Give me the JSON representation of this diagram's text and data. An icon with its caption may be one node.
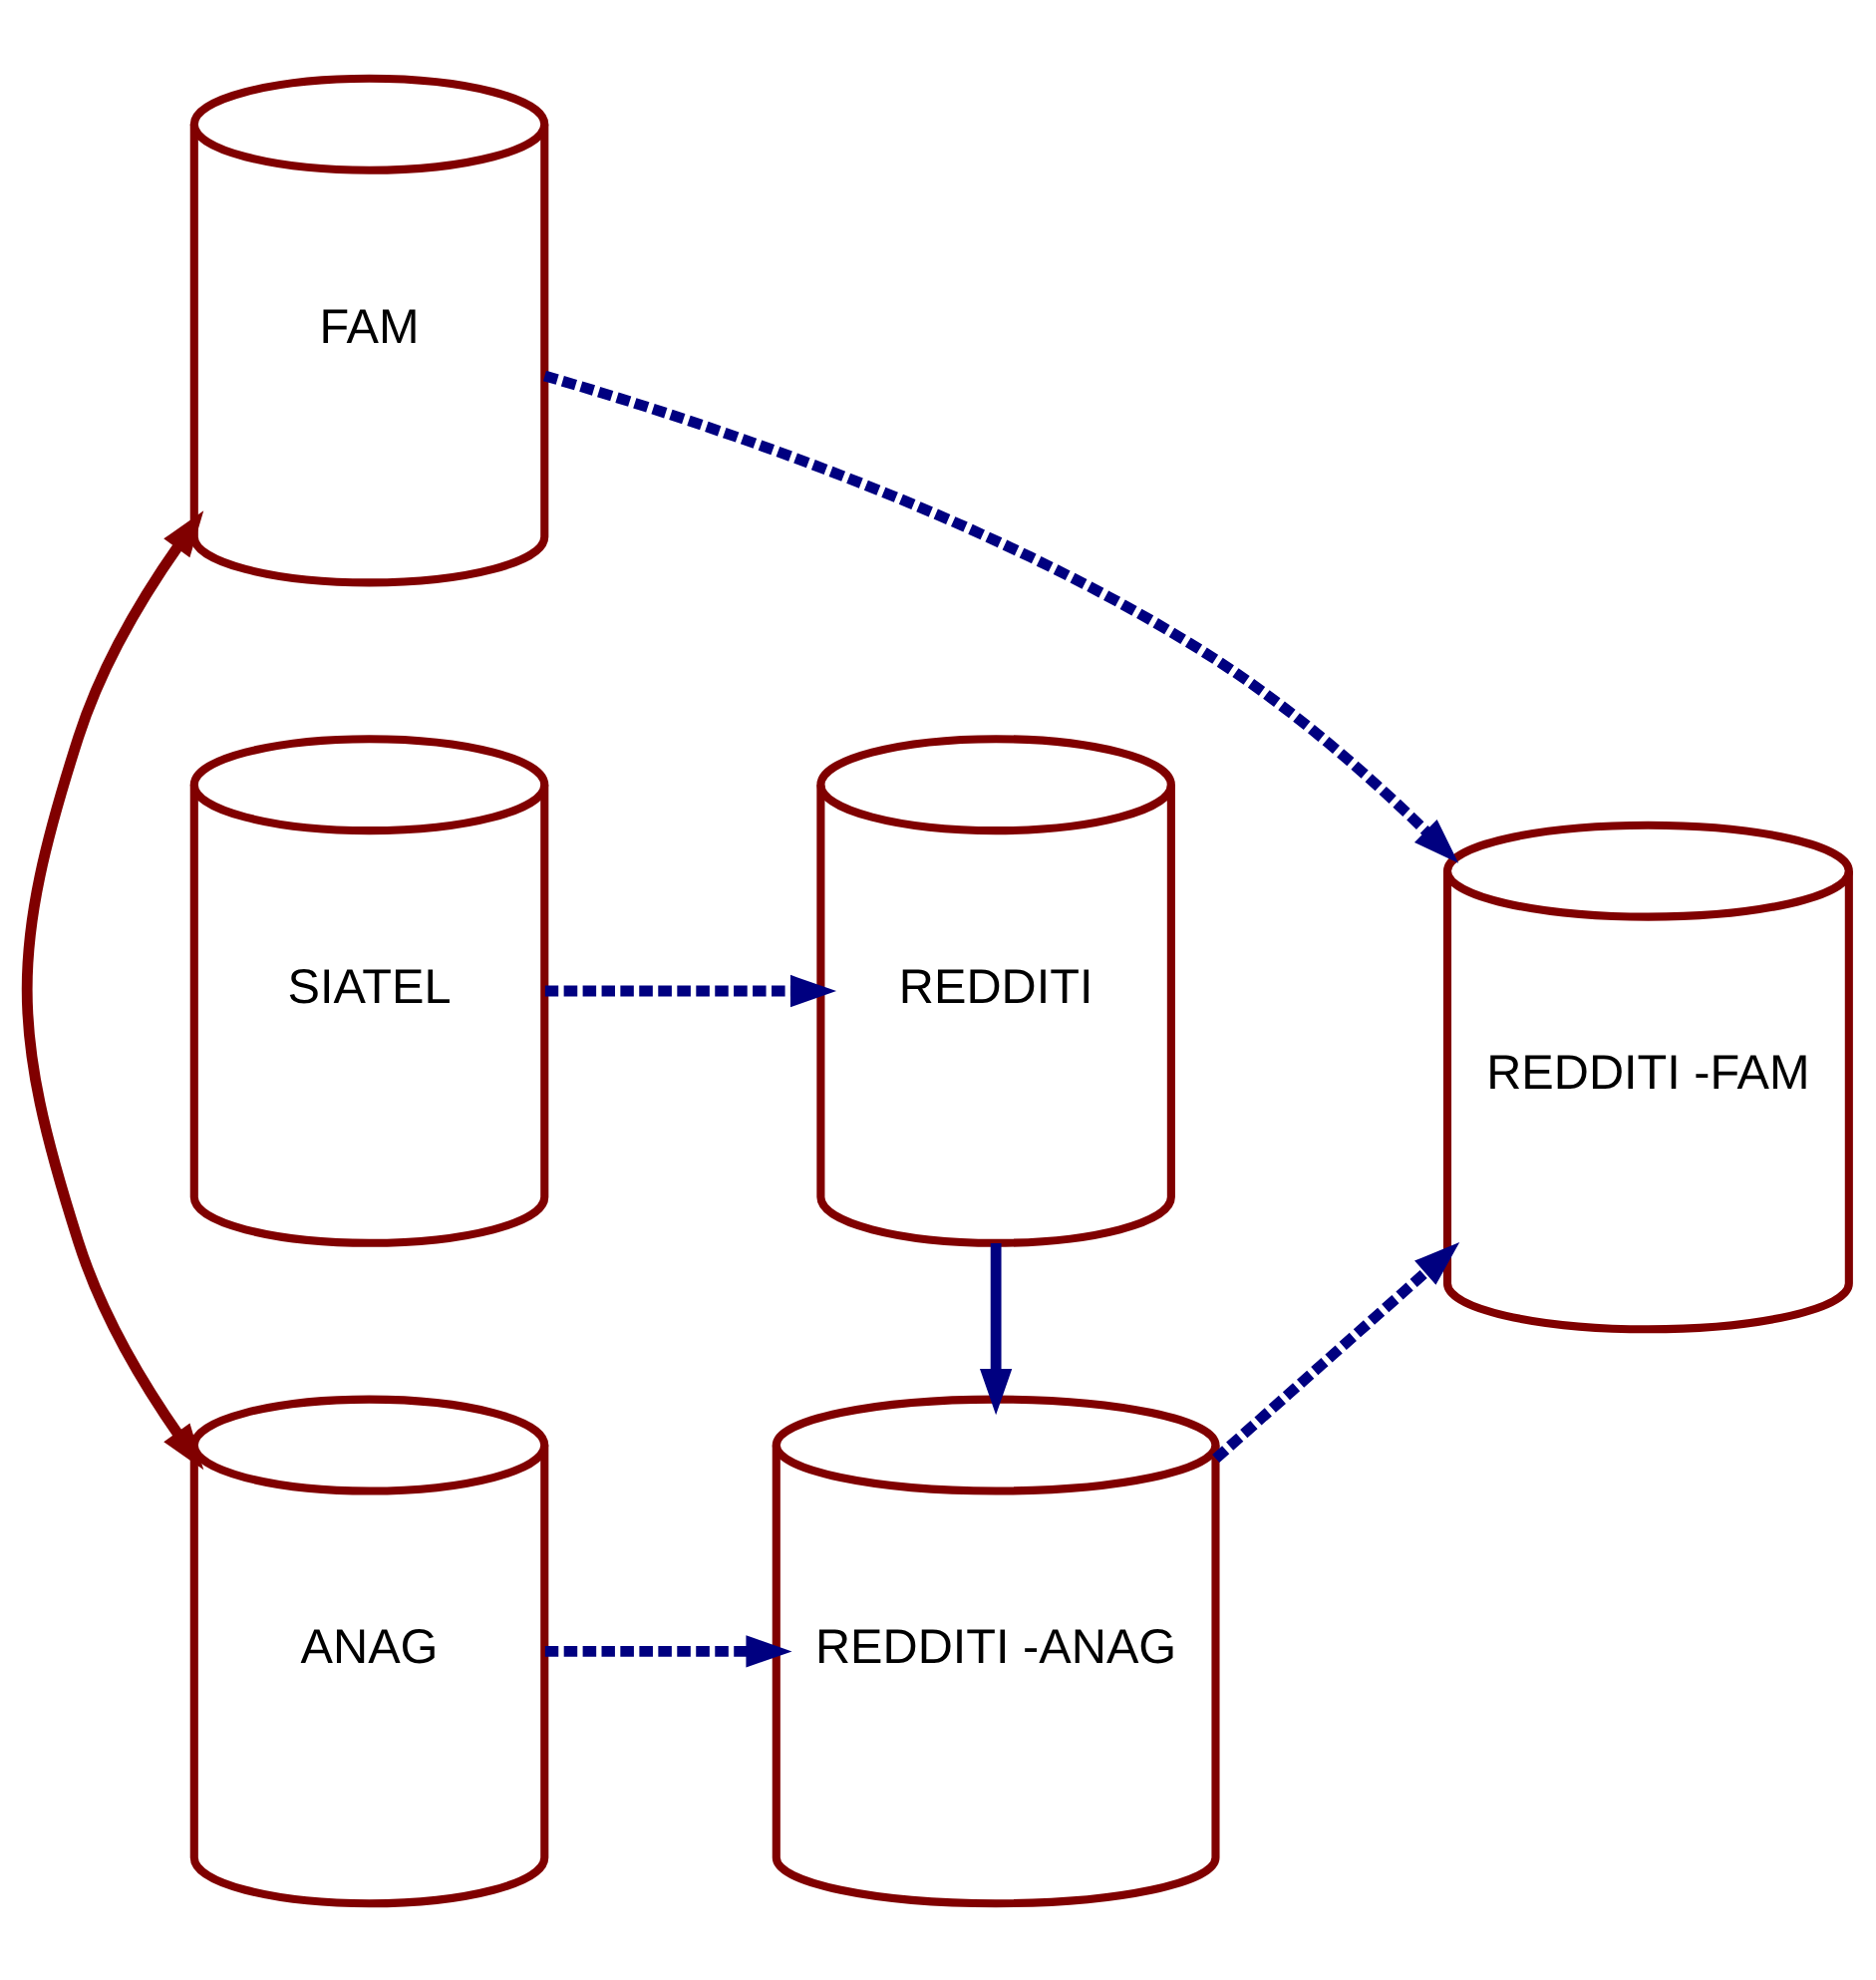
{
  "diagram": {
    "nodes": [
      {
        "text": [
          "FAM"
        ]
      },
      {
        "text": [
          "ANAG"
        ]
      },
      {
        "text": [
          "REDDITI -ANAG"
        ]
      },
      {
        "text": [
          "REDDITI -FAM"
        ]
      },
      {
        "text": [
          "SIATEL"
        ]
      },
      {
        "text": [
          "REDDITI"
        ]
      }
    ],
    "edges": [
      {
        "from": 0,
        "to": 3,
        "arrow": "to",
        "style": "dashed"
      },
      {
        "from": 0,
        "to": 1,
        "arrow": "both",
        "color": "#800000"
      },
      {
        "from": 1,
        "to": 2,
        "arrow": "to",
        "style": "dashed"
      },
      {
        "from": 2,
        "to": 3,
        "arrow": "to",
        "style": "dashed"
      },
      {
        "from": 5,
        "to": 2,
        "arrow": "to"
      },
      {
        "from": 4,
        "to": 5,
        "arrow": "to",
        "style": "dashed"
      }
    ]
  }
}
